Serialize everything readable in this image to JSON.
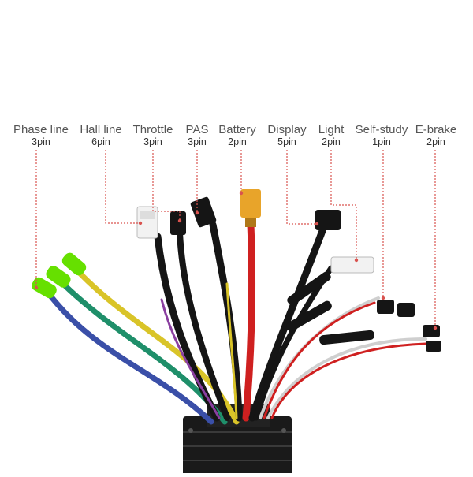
{
  "colors": {
    "leader": "#d9534f",
    "phase_connector": "#66e000",
    "controller_body": "#1a1a1a",
    "battery_connector": "#e8a42a",
    "white_connector": "#f2f2f2",
    "black_sleeve": "#151515"
  },
  "labels": [
    {
      "id": "phase-line",
      "name": "Phase line",
      "pins": "3pin"
    },
    {
      "id": "hall-line",
      "name": "Hall line",
      "pins": "6pin"
    },
    {
      "id": "throttle",
      "name": "Throttle",
      "pins": "3pin"
    },
    {
      "id": "pas",
      "name": "PAS",
      "pins": "3pin"
    },
    {
      "id": "battery",
      "name": "Battery",
      "pins": "2pin"
    },
    {
      "id": "display",
      "name": "Display",
      "pins": "5pin"
    },
    {
      "id": "light",
      "name": "Light",
      "pins": "2pin"
    },
    {
      "id": "self-study",
      "name": "Self-study",
      "pins": "1pin"
    },
    {
      "id": "e-brake",
      "name": "E-brake",
      "pins": "2pin"
    }
  ]
}
